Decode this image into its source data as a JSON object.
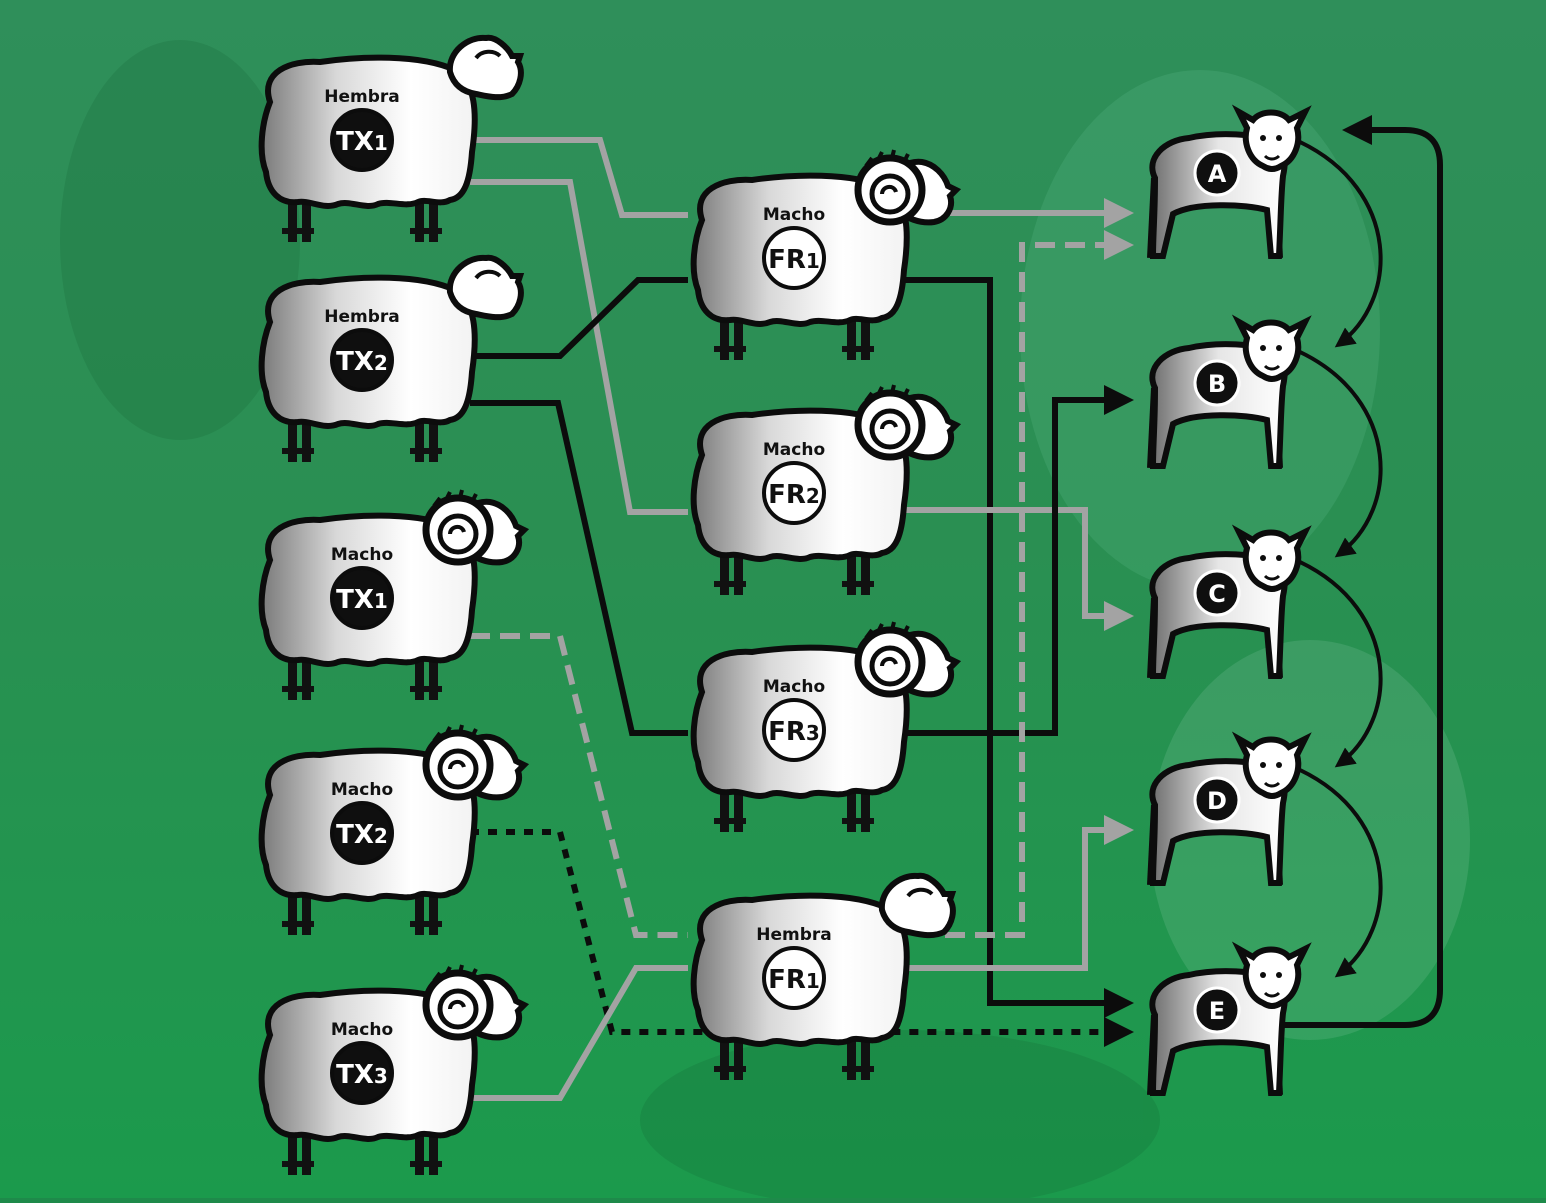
{
  "colors": {
    "background_top": "#2f8f5a",
    "background_bottom": "#1b9a4c",
    "line_black": "#0c0c0c",
    "line_gray": "#a3a3a3",
    "badge_black": "#0f0f0f",
    "badge_white": "#ffffff"
  },
  "animals": [
    {
      "id": "tx1_f",
      "role": "Hembra",
      "code": "TX",
      "sub": "1",
      "badge": "black",
      "kind": "ewe"
    },
    {
      "id": "tx2_f",
      "role": "Hembra",
      "code": "TX",
      "sub": "2",
      "badge": "black",
      "kind": "ewe"
    },
    {
      "id": "tx1_m",
      "role": "Macho",
      "code": "TX",
      "sub": "1",
      "badge": "black",
      "kind": "ram"
    },
    {
      "id": "tx2_m",
      "role": "Macho",
      "code": "TX",
      "sub": "2",
      "badge": "black",
      "kind": "ram"
    },
    {
      "id": "tx3_m",
      "role": "Macho",
      "code": "TX",
      "sub": "3",
      "badge": "black",
      "kind": "ram"
    },
    {
      "id": "fr1_m",
      "role": "Macho",
      "code": "FR",
      "sub": "1",
      "badge": "white",
      "kind": "ram"
    },
    {
      "id": "fr2_m",
      "role": "Macho",
      "code": "FR",
      "sub": "2",
      "badge": "white",
      "kind": "ram"
    },
    {
      "id": "fr3_m",
      "role": "Macho",
      "code": "FR",
      "sub": "3",
      "badge": "white",
      "kind": "ram"
    },
    {
      "id": "fr1_f",
      "role": "Hembra",
      "code": "FR",
      "sub": "1",
      "badge": "white",
      "kind": "ewe"
    }
  ],
  "lambs": [
    {
      "id": "A",
      "label": "A"
    },
    {
      "id": "B",
      "label": "B"
    },
    {
      "id": "C",
      "label": "C"
    },
    {
      "id": "D",
      "label": "D"
    },
    {
      "id": "E",
      "label": "E"
    }
  ],
  "connections": [
    {
      "from": "tx1_f",
      "to": "fr1_m",
      "style": "gray-solid"
    },
    {
      "from": "tx1_f",
      "to": "fr2_m",
      "style": "gray-solid"
    },
    {
      "from": "tx2_f",
      "to": "fr1_m",
      "style": "black-solid"
    },
    {
      "from": "tx2_f",
      "to": "fr3_m",
      "style": "black-solid"
    },
    {
      "from": "tx1_m",
      "to": "fr1_f",
      "style": "gray-dashed"
    },
    {
      "from": "tx2_m",
      "to": "E",
      "style": "black-dotted"
    },
    {
      "from": "tx3_m",
      "to": "fr1_f",
      "style": "gray-solid"
    },
    {
      "from": "fr1_m",
      "to": "A",
      "style": "gray-solid"
    },
    {
      "from": "fr1_m",
      "to": "E",
      "style": "black-solid"
    },
    {
      "from": "fr2_m",
      "to": "C",
      "style": "gray-solid"
    },
    {
      "from": "fr3_m",
      "to": "B",
      "style": "black-solid"
    },
    {
      "from": "fr1_f",
      "to": "A",
      "style": "gray-dashed"
    },
    {
      "from": "fr1_f",
      "to": "D",
      "style": "gray-solid"
    },
    {
      "from": "A",
      "to": "B",
      "style": "black-curved"
    },
    {
      "from": "B",
      "to": "C",
      "style": "black-curved"
    },
    {
      "from": "C",
      "to": "D",
      "style": "black-curved"
    },
    {
      "from": "D",
      "to": "E",
      "style": "black-curved"
    },
    {
      "from": "E",
      "to": "A",
      "style": "black-loop"
    }
  ]
}
